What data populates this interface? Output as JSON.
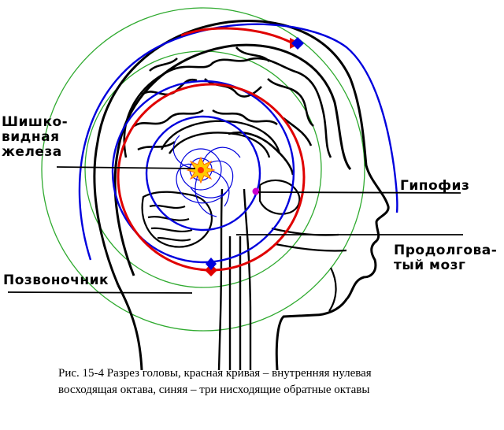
{
  "labels": {
    "pineal": "Шишко-\nвидная\nжелеза",
    "pituitary": "Гипофиз",
    "medulla": "Продолгова-\nтый мозг",
    "spine": "Позвоночник"
  },
  "caption": {
    "line1": "Рис. 15-4 Разрез головы, красная кривая – внутренняя нулевая",
    "line2": "восходящая октава, синяя – три нисходящие обратные октавы"
  },
  "colors": {
    "red_curve": "#e00000",
    "blue_curve": "#0000dd",
    "green_curve": "#2faa2f",
    "outline": "#000000",
    "pineal_glow": "#ffcc00",
    "pituitary_dot": "#cc00cc"
  }
}
